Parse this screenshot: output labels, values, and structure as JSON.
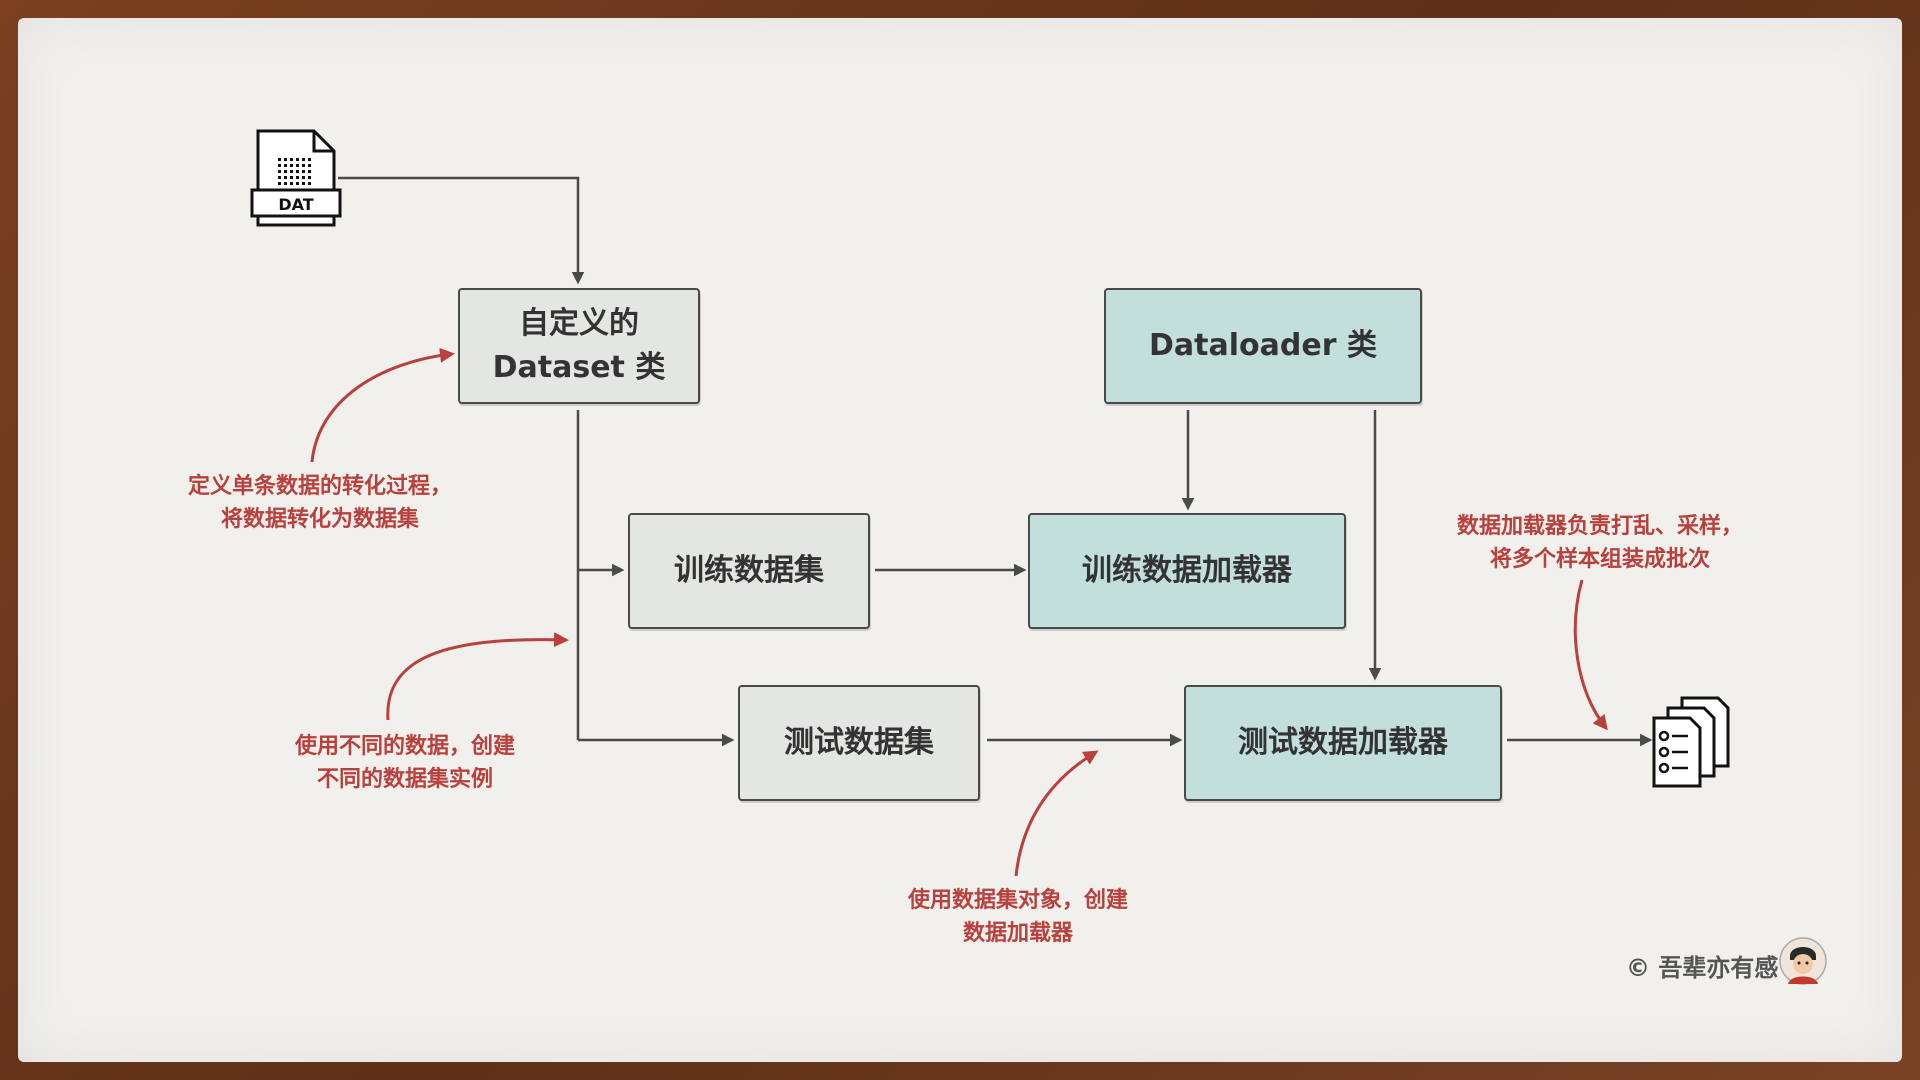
{
  "file_icon": {
    "label": "DAT"
  },
  "boxes": {
    "custom_dataset": {
      "line1": "自定义的",
      "line2": "Dataset 类"
    },
    "dataloader_class": "Dataloader 类",
    "train_dataset": "训练数据集",
    "test_dataset": "测试数据集",
    "train_loader": "训练数据加载器",
    "test_loader": "测试数据加载器"
  },
  "notes": {
    "dataset_def": {
      "line1": "定义单条数据的转化过程，",
      "line2": "将数据转化为数据集"
    },
    "instances": {
      "line1": "使用不同的数据，创建",
      "line2": "不同的数据集实例"
    },
    "loader_create": {
      "line1": "使用数据集对象，创建",
      "line2": "数据加载器"
    },
    "loader_role": {
      "line1": "数据加载器负责打乱、采样，",
      "line2": "将多个样本组装成批次"
    }
  },
  "credit": "© 吾辈亦有感",
  "colors": {
    "gray_box": "#e4e6e3",
    "teal_box": "#c2dfdc",
    "annotation": "#b8403d",
    "connector": "#4a4a4a"
  }
}
